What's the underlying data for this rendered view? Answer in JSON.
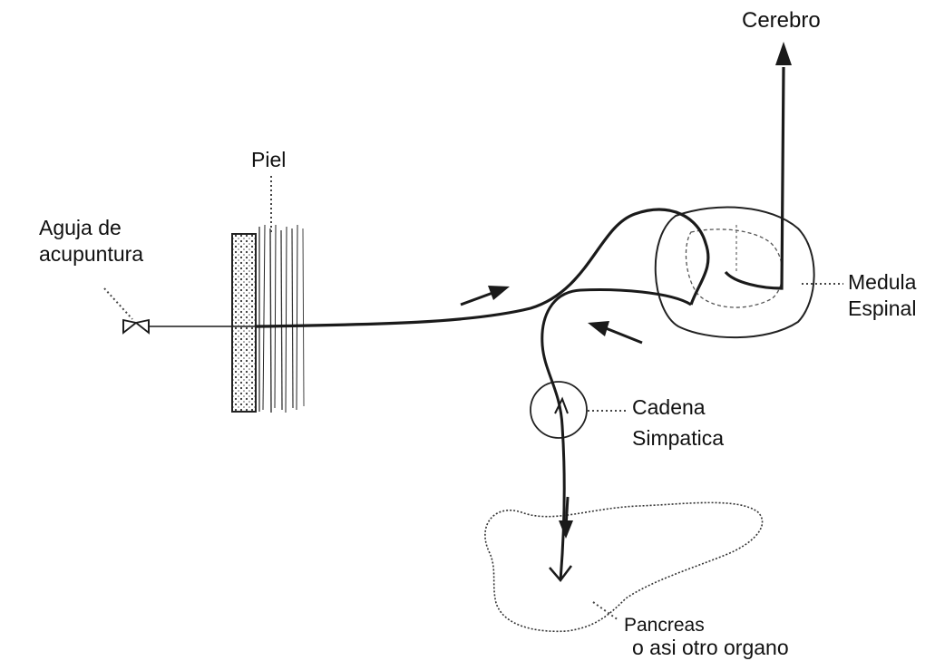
{
  "labels": {
    "cerebro": "Cerebro",
    "piel": "Piel",
    "aguja_line1": "Aguja de",
    "aguja_line2": "acupuntura",
    "medula_line1": "Medula",
    "medula_line2": "Espinal",
    "cadena_line1": "Cadena",
    "cadena_line2": "Simpatica",
    "pancreas_line1": "Pancreas",
    "pancreas_line2": "o asi otro organo"
  },
  "colors": {
    "ink": "#1a1a1a",
    "text": "#111111",
    "background": "#ffffff"
  }
}
